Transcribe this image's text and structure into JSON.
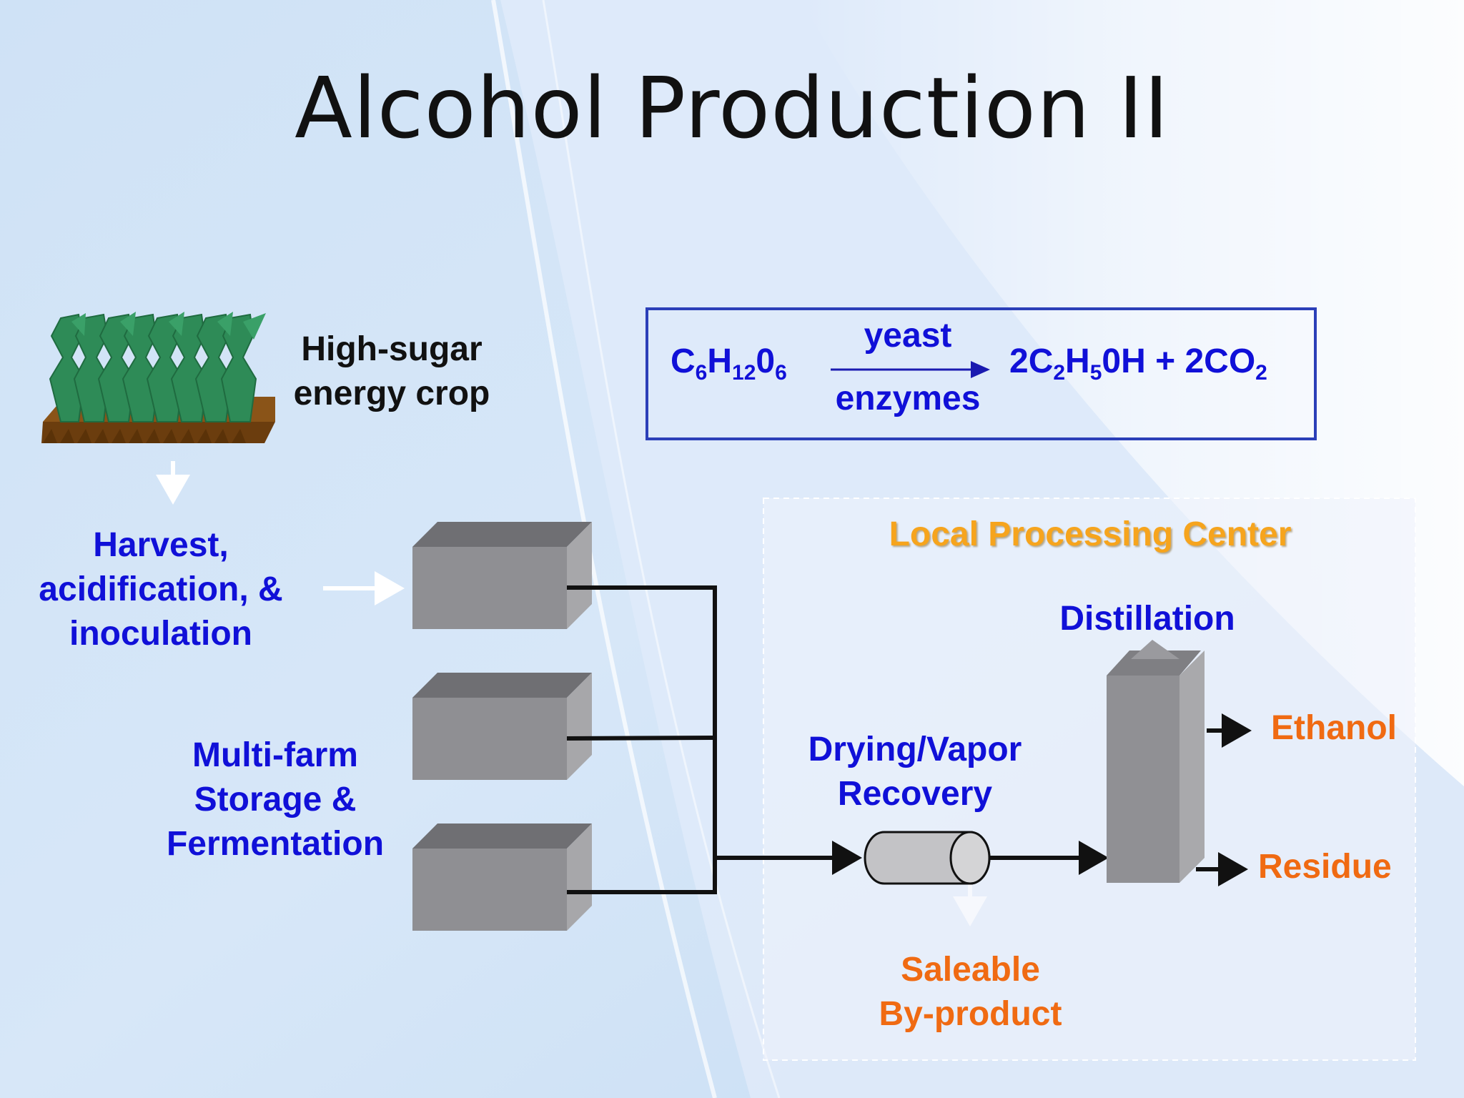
{
  "title": "Alcohol Production II",
  "crop": {
    "line1": "High-sugar",
    "line2": "energy crop"
  },
  "harvest": {
    "line1": "Harvest,",
    "line2": "acidification, &",
    "line3": "inoculation"
  },
  "storage": {
    "line1": "Multi-farm",
    "line2": "Storage &",
    "line3": "Fermentation"
  },
  "equation": {
    "reactant": {
      "c": "C",
      "c_sub": "6",
      "h": "H",
      "h_sub": "12",
      "o": "0",
      "o_sub": "6"
    },
    "catalyst_top": "yeast",
    "catalyst_bottom": "enzymes",
    "product": {
      "coef": "2C",
      "c_sub": "2",
      "h": "H",
      "h_sub": "5",
      "rest": "0H + 2CO",
      "co_sub": "2"
    }
  },
  "processing_center": {
    "title": "Local Processing Center",
    "drying": {
      "line1": "Drying/Vapor",
      "line2": "Recovery"
    },
    "distillation": "Distillation",
    "ethanol": "Ethanol",
    "residue": "Residue",
    "byproduct": {
      "line1": "Saleable",
      "line2": "By-product"
    }
  },
  "colors": {
    "label_blue": "#1010d8",
    "label_orange": "#f06a12",
    "center_title": "#f6a41d",
    "box_border": "#2b3fb8",
    "crop_green": "#2e8b57",
    "soil_brown": "#7a4a12",
    "tank_gray": "#8f8f93"
  }
}
